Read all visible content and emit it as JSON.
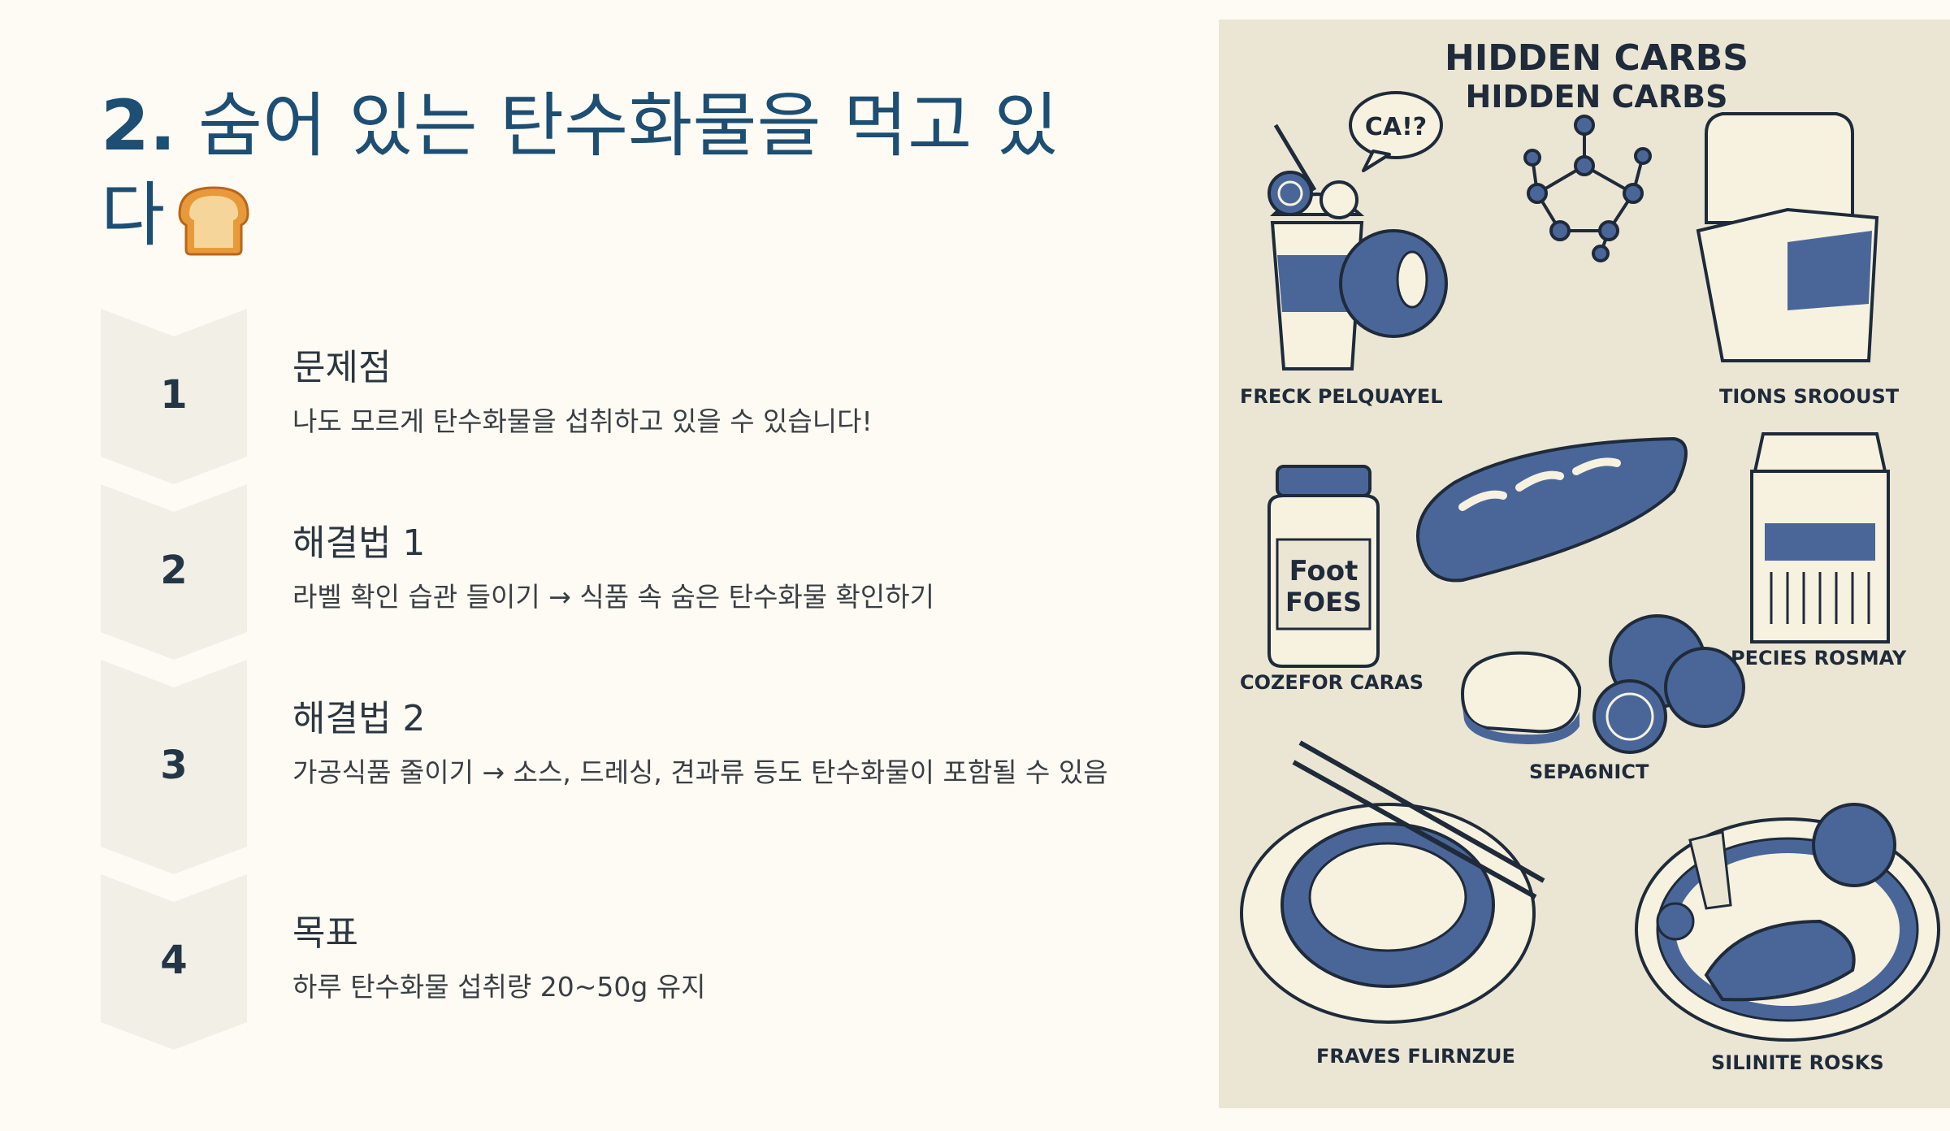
{
  "slide": {
    "title_number": "2.",
    "title_text": "숨어 있는 탄수화물을 먹고 있다",
    "title_emoji": "bread-icon"
  },
  "steps": [
    {
      "number": "1",
      "heading": "문제점",
      "description": "나도 모르게 탄수화물을 섭취하고 있을 수 있습니다!"
    },
    {
      "number": "2",
      "heading": "해결법 1",
      "description": "라벨 확인 습관 들이기 → 식품 속 숨은 탄수화물 확인하기"
    },
    {
      "number": "3",
      "heading": "해결법 2",
      "description": "가공식품 줄이기 → 소스, 드레싱, 견과류 등도 탄수화물이 포함될 수 있음"
    },
    {
      "number": "4",
      "heading": "목표",
      "description": "하루 탄수화물 섭취량 20~50g 유지"
    }
  ],
  "illustration": {
    "title_line1": "HIDDEN CARBS",
    "title_line2": "HIDDEN CARBS",
    "speech_bubble": "CA!?",
    "jar_label_line1": "Foot",
    "jar_label_line2": "FOES",
    "labels": [
      "FRECK PELQUAYEL",
      "TIONS SROOUST",
      "COZEFOR CARAS",
      "PECIES ROSMAY",
      "SEPA6NICT",
      "FRAVES FLIRNZUE",
      "SILINITE ROSKS"
    ]
  },
  "colors": {
    "title": "#1d4e73",
    "chevron": "#f1efe6",
    "poster_bg": "#ebe6d4",
    "ink_blue": "#4a6699",
    "cream": "#f7f2e0"
  }
}
